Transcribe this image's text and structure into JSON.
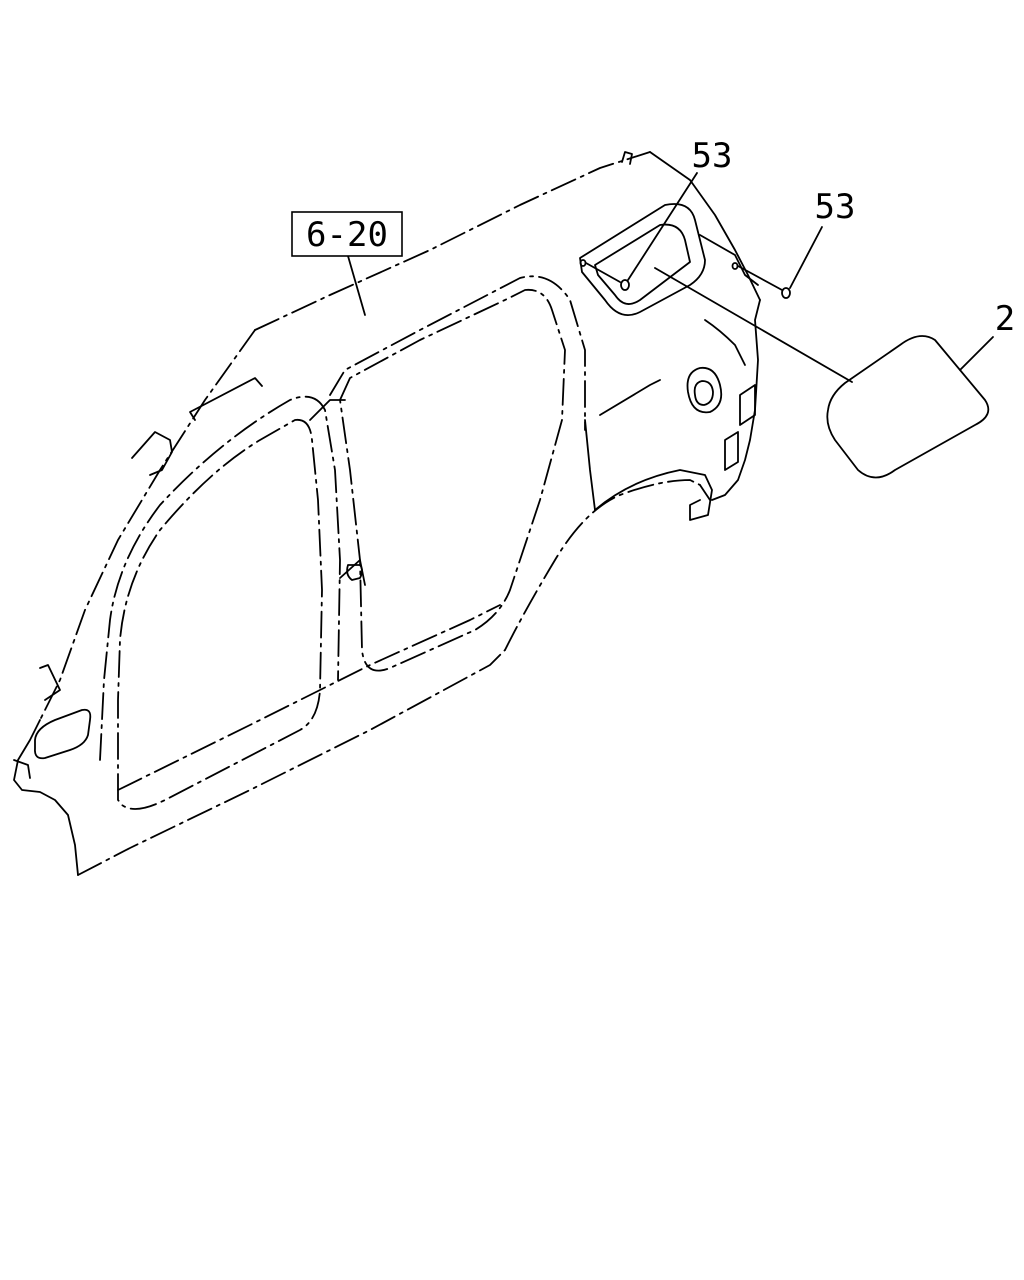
{
  "diagram": {
    "ref_label": "6-20",
    "callouts": [
      {
        "id": "clip-a",
        "label": "53"
      },
      {
        "id": "clip-b",
        "label": "53"
      },
      {
        "id": "quarter-glass",
        "label": "2"
      }
    ]
  }
}
